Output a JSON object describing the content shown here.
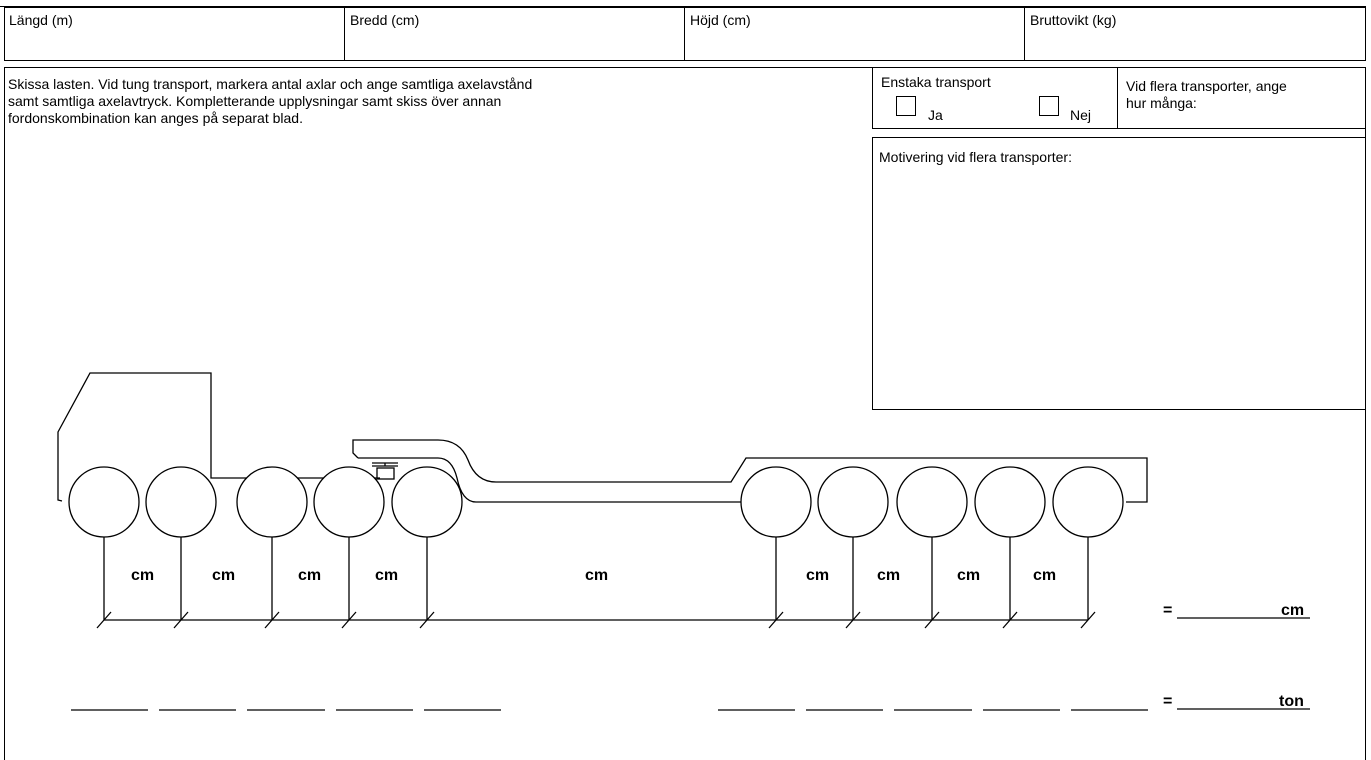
{
  "fields": {
    "length_label": "Längd (m)",
    "width_label": "Bredd (cm)",
    "height_label": "Höjd (cm)",
    "gross_weight_label": "Bruttovikt (kg)"
  },
  "sketch": {
    "instructions_line1": "Skissa lasten. Vid tung transport, markera antal axlar och ange samtliga axelavstånd",
    "instructions_line2": "samt samtliga axelavtryck. Kompletterande upplysningar samt skiss över annan",
    "instructions_line3": "fordonskombination kan anges på separat blad."
  },
  "transport": {
    "single_label": "Enstaka transport",
    "yes_label": "Ja",
    "no_label": "Nej",
    "multiple_label_line1": "Vid flera transporter, ange",
    "multiple_label_line2": "hur många:",
    "motivation_label": "Motivering vid flera transporter:"
  },
  "diagram": {
    "unit_cm": "cm",
    "total_equals": "=",
    "total_cm_unit": "cm",
    "total_ton_unit": "ton"
  }
}
